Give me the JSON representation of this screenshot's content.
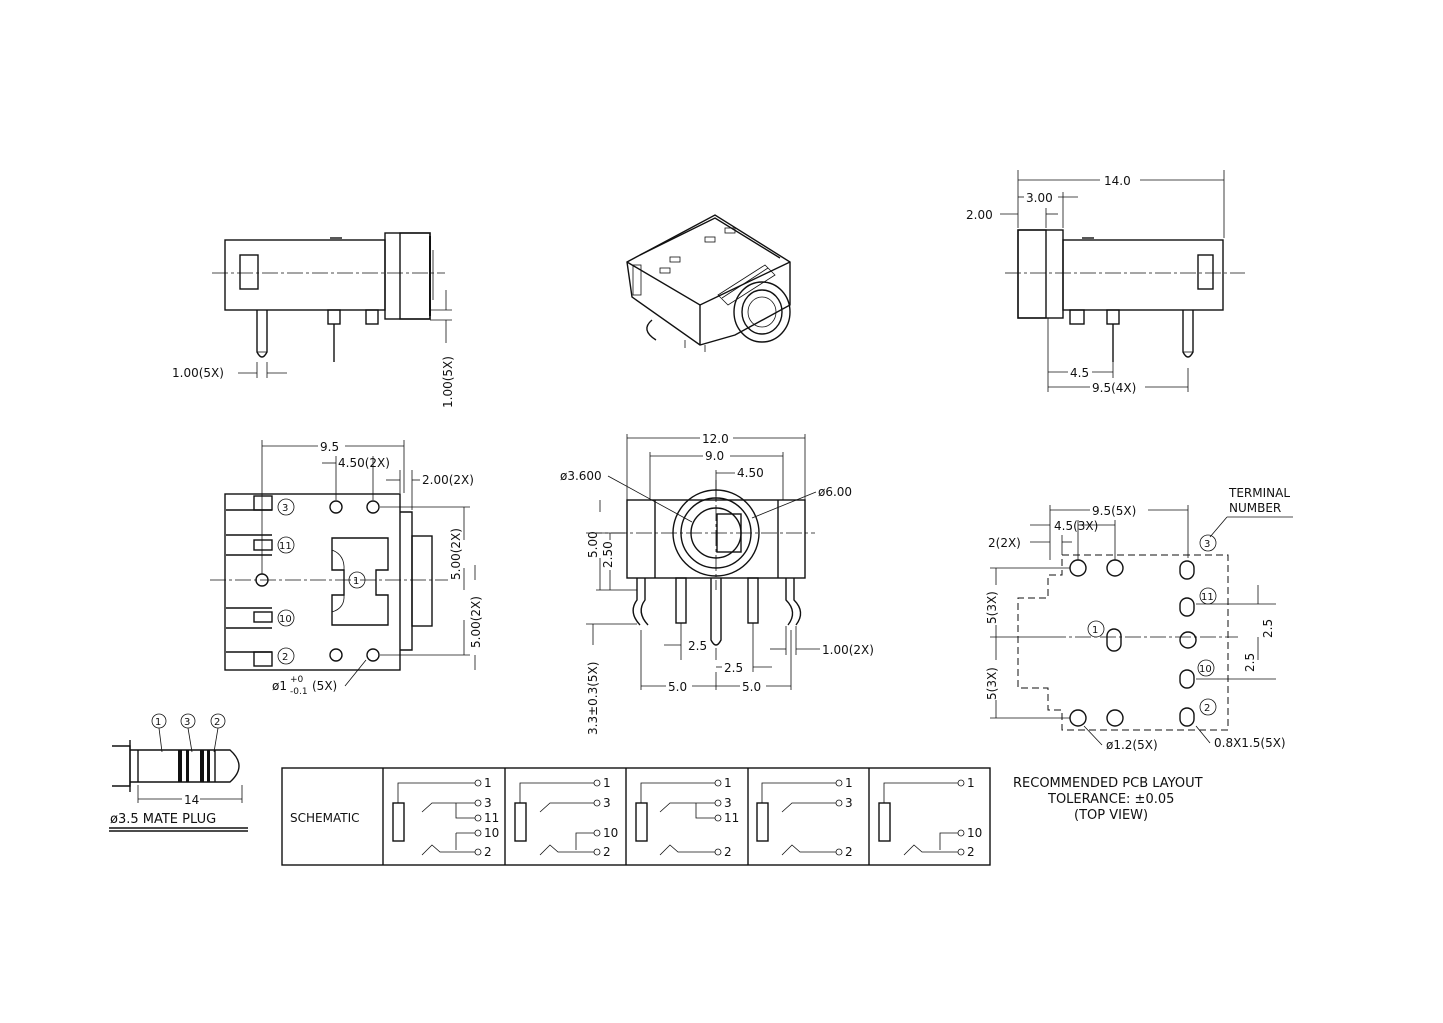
{
  "side_view_left": {
    "dim_pin": "1.00(5X)",
    "dim_vertical": "1.00(5X)"
  },
  "side_view_right": {
    "dim_total": "14.0",
    "dim_3": "3.00",
    "dim_2": "2.00",
    "dim_45": "4.5",
    "dim_95": "9.5(4X)"
  },
  "top_view": {
    "dim_95": "9.5",
    "dim_450": "4.50(2X)",
    "dim_200": "2.00(2X)",
    "dim_500a": "5.00(2X)",
    "dim_500b": "5.00(2X)",
    "dim_hole": "ø1",
    "dim_hole_tol_plus": "+0",
    "dim_hole_tol_minus": "-0.1",
    "dim_hole_count": "(5X)",
    "terminals": [
      "3",
      "11",
      "1",
      "10",
      "2"
    ]
  },
  "front_view": {
    "dim_120": "12.0",
    "dim_90": "9.0",
    "dim_450": "4.50",
    "dim_d3600": "ø3.600",
    "dim_d600": "ø6.00",
    "dim_500": "5.00",
    "dim_250": "2.50",
    "dim_33": "3.3±0.3(5X)",
    "dim_25a": "2.5",
    "dim_25b": "2.5",
    "dim_50a": "5.0",
    "dim_50b": "5.0",
    "dim_100": "1.00(2X)"
  },
  "pcb_layout": {
    "dim_95": "9.5(5X)",
    "dim_45": "4.5(3X)",
    "dim_2": "2(2X)",
    "dim_5a": "5(3X)",
    "dim_5b": "5(3X)",
    "dim_25a": "2.5",
    "dim_25b": "2.5",
    "dim_hole": "ø1.2(5X)",
    "dim_slot": "0.8X1.5(5X)",
    "terminal_label_1": "TERMINAL",
    "terminal_label_2": "NUMBER",
    "terminals": [
      "3",
      "11",
      "1",
      "10",
      "2"
    ],
    "title_1": "RECOMMENDED PCB LAYOUT",
    "title_2": "TOLERANCE: ±0.05",
    "title_3": "(TOP VIEW)"
  },
  "plug": {
    "labels": [
      "1",
      "3",
      "2"
    ],
    "dim_14": "14",
    "caption": "ø3.5 MATE PLUG"
  },
  "schematic": {
    "label": "SCHEMATIC",
    "cells": [
      {
        "pins": [
          "1",
          "3",
          "11",
          "10",
          "2"
        ]
      },
      {
        "pins": [
          "1",
          "3",
          "10",
          "2"
        ]
      },
      {
        "pins": [
          "1",
          "3",
          "11",
          "2"
        ]
      },
      {
        "pins": [
          "1",
          "3",
          "2"
        ]
      },
      {
        "pins": [
          "1",
          "10",
          "2"
        ]
      }
    ]
  }
}
